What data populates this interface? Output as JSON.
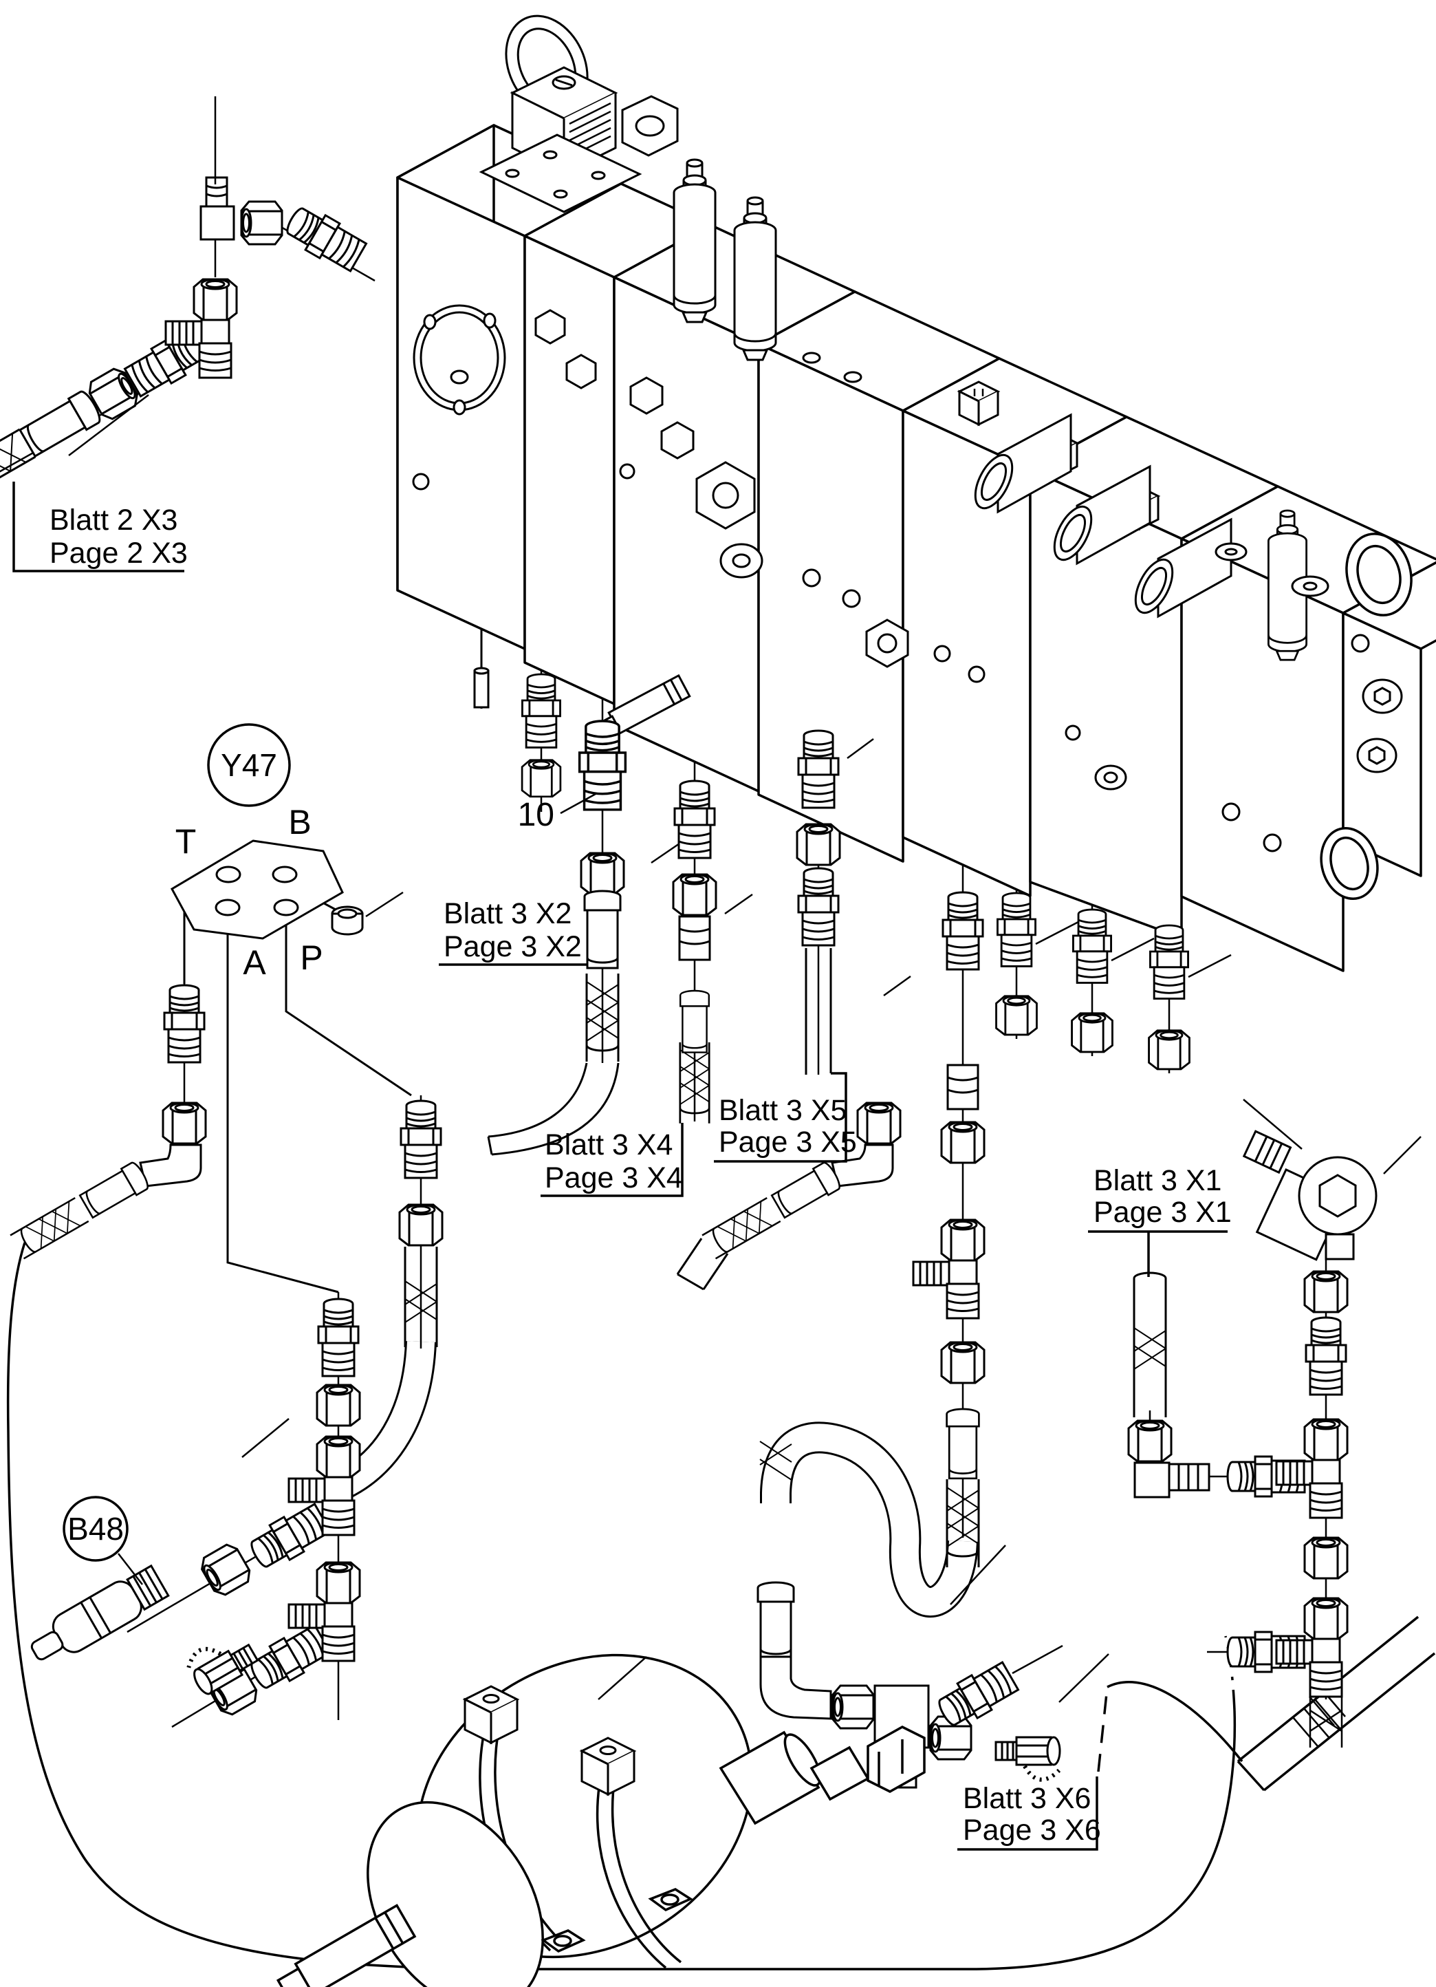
{
  "diagram_type": "hydraulic valve block exploded parts drawing with hoses and fittings",
  "refs": {
    "blatt2x3": {
      "line1": "Blatt 2 X3",
      "line2": "Page 2 X3"
    },
    "blatt3x2": {
      "line1": "Blatt 3 X2",
      "line2": "Page 3 X2"
    },
    "blatt3x4": {
      "line1": "Blatt 3 X4",
      "line2": "Page 3 X4"
    },
    "blatt3x5": {
      "line1": "Blatt 3 X5",
      "line2": "Page 3 X5"
    },
    "blatt3x1": {
      "line1": "Blatt 3 X1",
      "line2": "Page 3 X1"
    },
    "blatt3x6": {
      "line1": "Blatt 3 X6",
      "line2": "Page 3 X6"
    }
  },
  "tags": {
    "solenoid_valve": "Y47",
    "sensor": "B48",
    "item_number": "10"
  },
  "ports": {
    "t": "T",
    "b": "B",
    "a": "A",
    "p": "P"
  },
  "colors": {
    "line": "#000000",
    "background": "#ffffff"
  }
}
